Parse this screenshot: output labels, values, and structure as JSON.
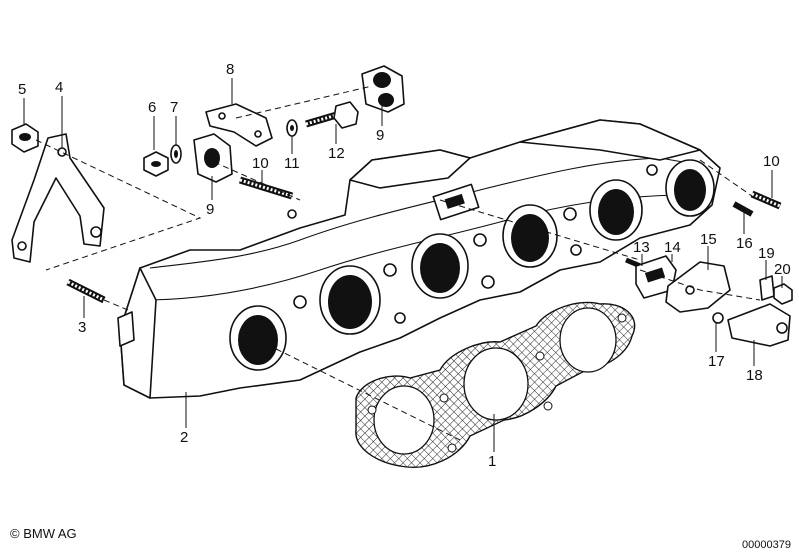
{
  "callouts": [
    {
      "id": "c1",
      "label": "1"
    },
    {
      "id": "c2",
      "label": "2"
    },
    {
      "id": "c3",
      "label": "3"
    },
    {
      "id": "c4",
      "label": "4"
    },
    {
      "id": "c5",
      "label": "5"
    },
    {
      "id": "c6",
      "label": "6"
    },
    {
      "id": "c7",
      "label": "7"
    },
    {
      "id": "c8",
      "label": "8"
    },
    {
      "id": "c9a",
      "label": "9"
    },
    {
      "id": "c9b",
      "label": "9"
    },
    {
      "id": "c10a",
      "label": "10"
    },
    {
      "id": "c10b",
      "label": "10"
    },
    {
      "id": "c11",
      "label": "11"
    },
    {
      "id": "c12",
      "label": "12"
    },
    {
      "id": "c13",
      "label": "13"
    },
    {
      "id": "c14",
      "label": "14"
    },
    {
      "id": "c15",
      "label": "15"
    },
    {
      "id": "c16",
      "label": "16"
    },
    {
      "id": "c17",
      "label": "17"
    },
    {
      "id": "c18",
      "label": "18"
    },
    {
      "id": "c19",
      "label": "19"
    },
    {
      "id": "c20",
      "label": "20"
    }
  ],
  "footer": {
    "copyright": "© BMW AG",
    "reference": "00000379"
  }
}
